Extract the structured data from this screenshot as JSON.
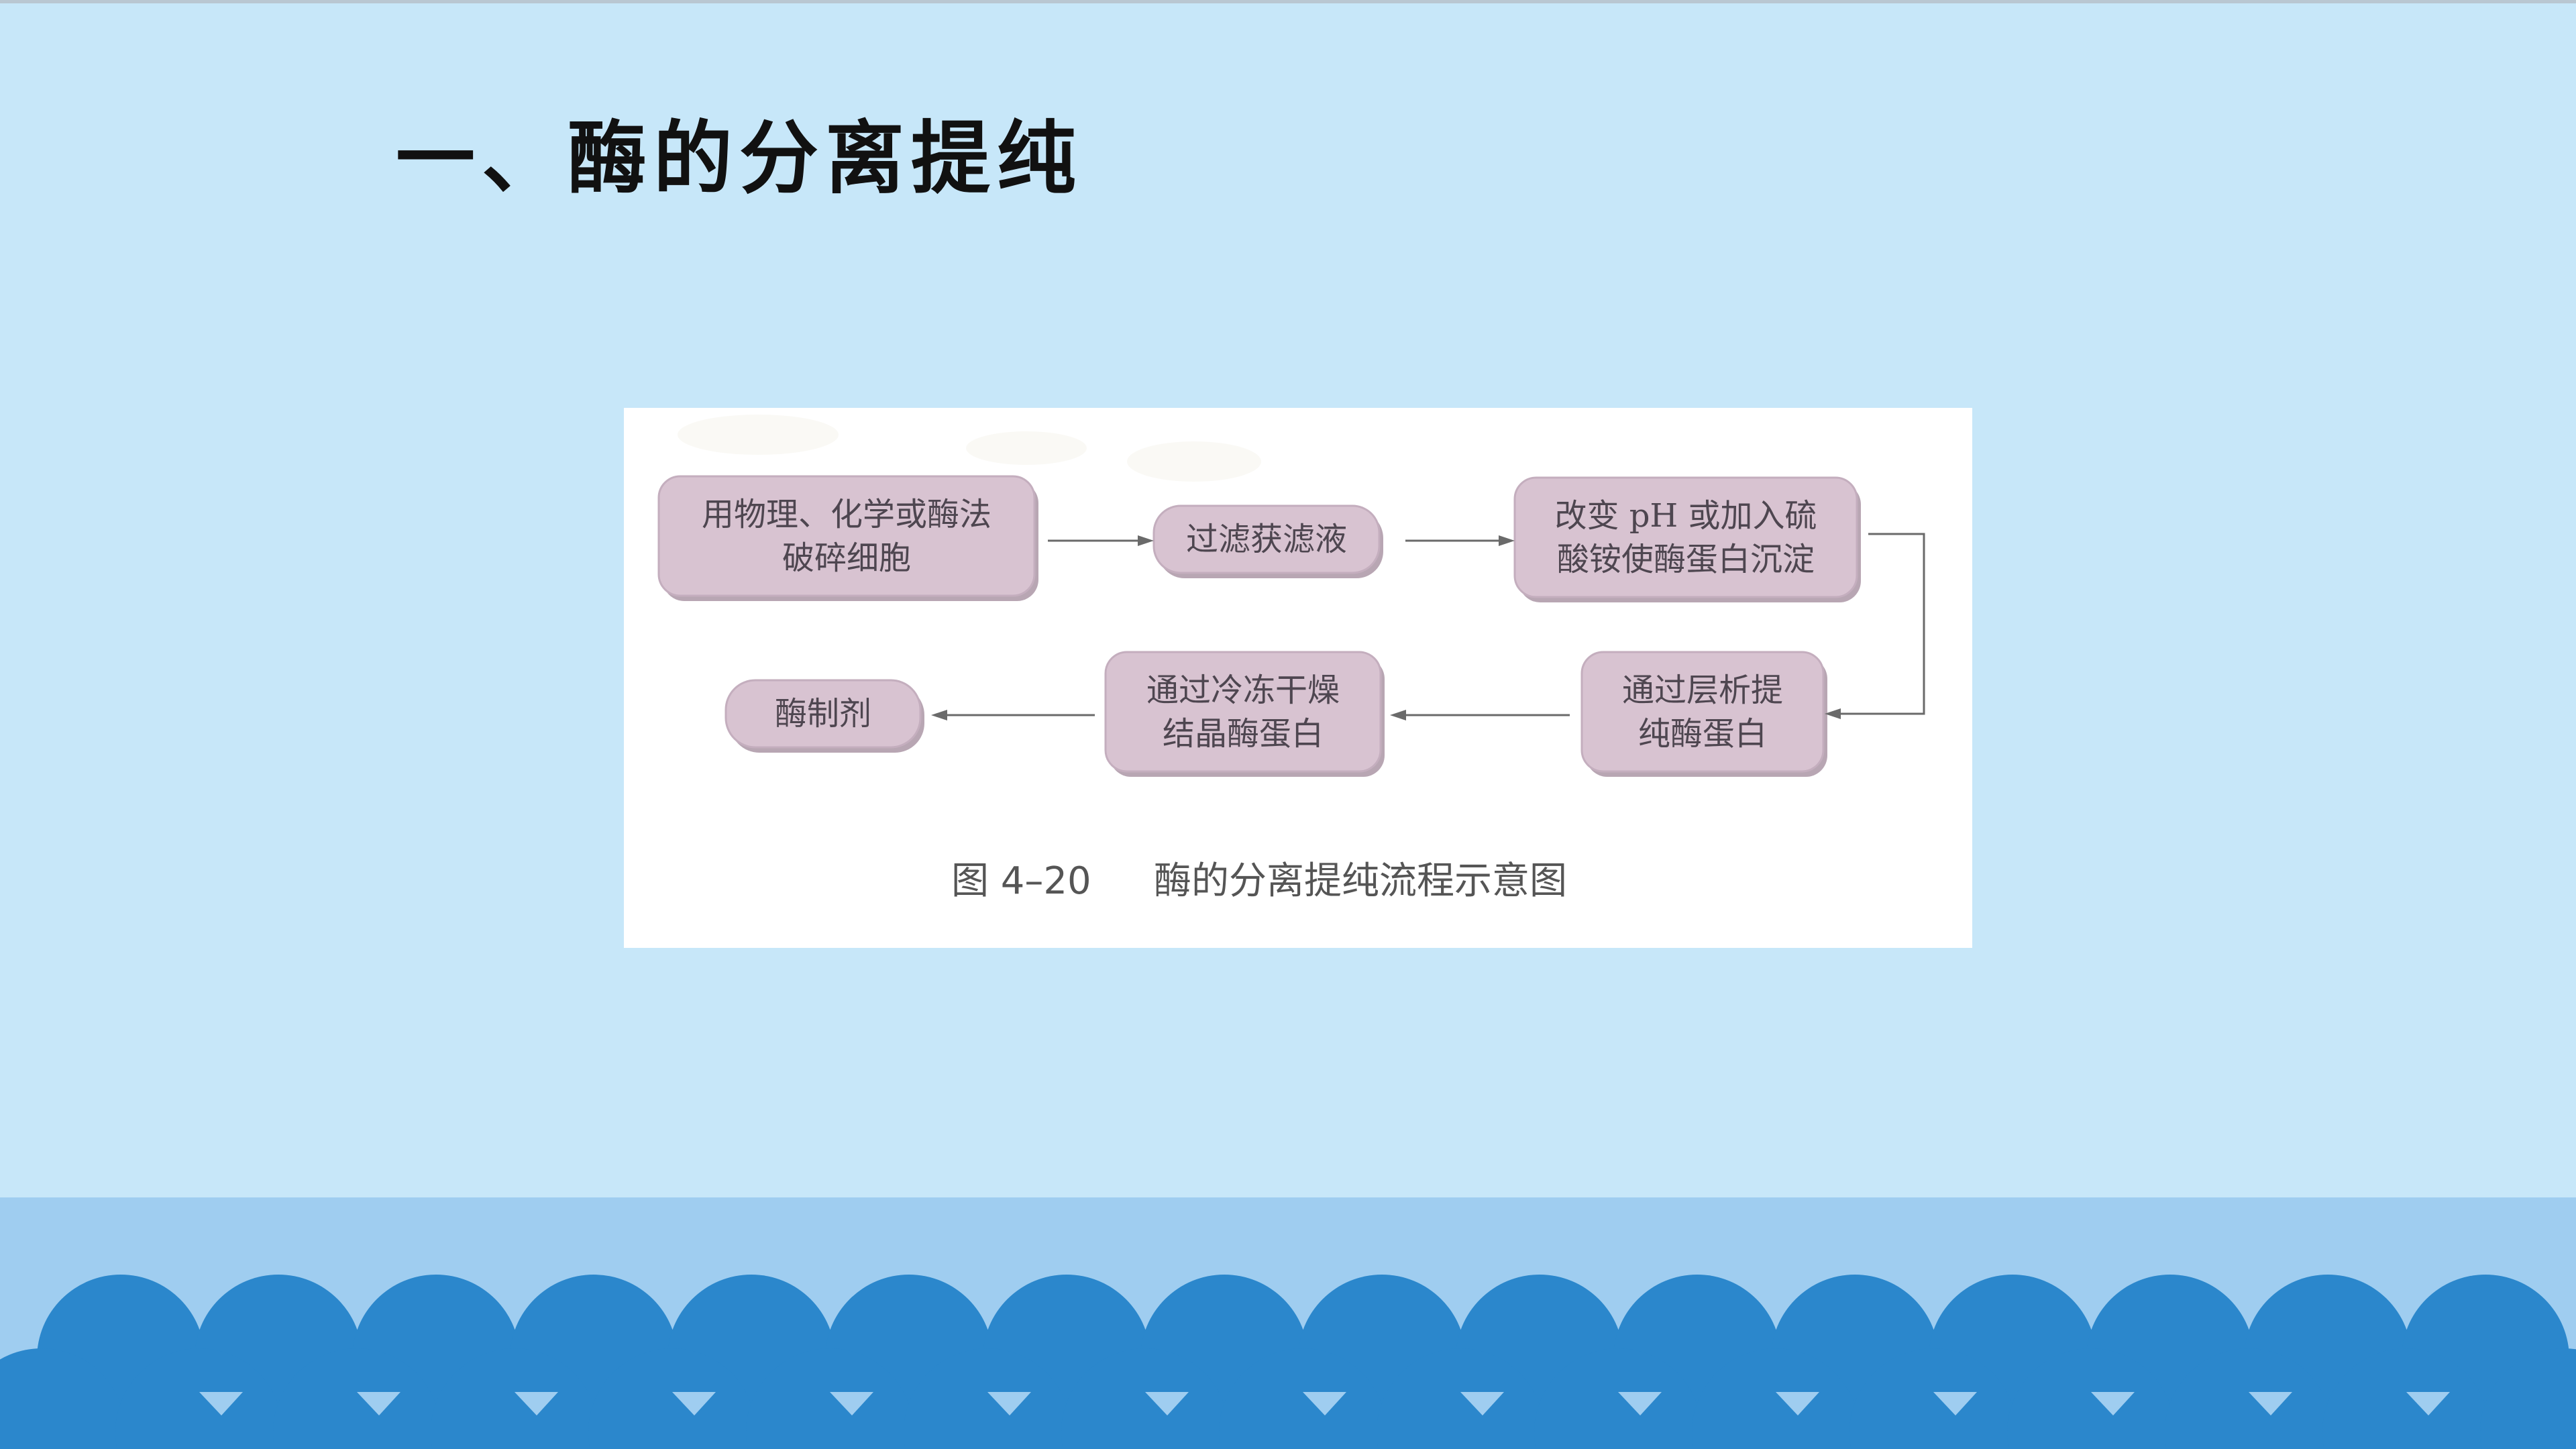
{
  "slide": {
    "title": "一、酶的分离提纯"
  },
  "figure": {
    "nodes": [
      {
        "id": "n1",
        "lines": [
          "用物理、化学或酶法",
          "破碎细胞"
        ]
      },
      {
        "id": "n2",
        "lines": [
          "过滤获滤液"
        ]
      },
      {
        "id": "n3",
        "lines": [
          "改变 pH 或加入硫",
          "酸铵使酶蛋白沉淀"
        ]
      },
      {
        "id": "n4",
        "lines": [
          "通过层析提",
          "纯酶蛋白"
        ]
      },
      {
        "id": "n5",
        "lines": [
          "通过冷冻干燥",
          "结晶酶蛋白"
        ]
      },
      {
        "id": "n6",
        "lines": [
          "酶制剂"
        ]
      }
    ],
    "caption_number": "图 4–20",
    "caption_text": "酶的分离提纯流程示意图"
  },
  "colors": {
    "background": "#c7e7f9",
    "footer_band": "#9fcdf0",
    "wave_circle": "#2b87cc",
    "node_fill": "#d8c3d1"
  }
}
